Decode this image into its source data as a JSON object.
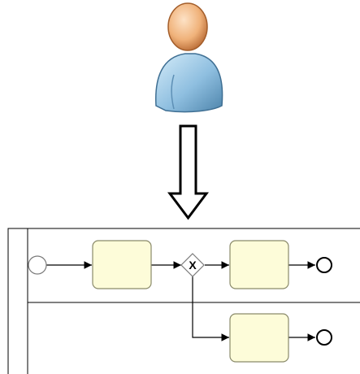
{
  "diagram": {
    "user_icon": "user-icon",
    "arrow_icon": "hollow-down-arrow-icon",
    "pool": {
      "label": "",
      "lanes": [
        {
          "label": ""
        },
        {
          "label": ""
        }
      ]
    },
    "nodes": {
      "start_event": {
        "type": "start-event",
        "label": ""
      },
      "task_1": {
        "type": "task",
        "label": ""
      },
      "gateway": {
        "type": "exclusive-gateway",
        "symbol": "X"
      },
      "task_2": {
        "type": "task",
        "label": ""
      },
      "end_event_1": {
        "type": "end-event",
        "label": ""
      },
      "task_3": {
        "type": "task",
        "label": ""
      },
      "end_event_2": {
        "type": "end-event",
        "label": ""
      }
    },
    "colors": {
      "task_fill": "#fdfcd9",
      "task_stroke": "#8a8a6a",
      "user_head": "#f0b27a",
      "user_body": "#8fbfe0",
      "line": "#000000"
    }
  }
}
